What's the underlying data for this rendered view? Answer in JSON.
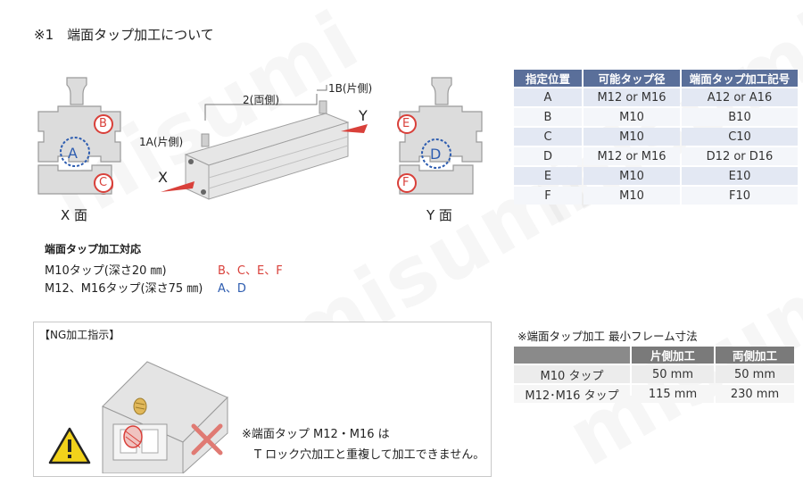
{
  "title": "※1　端面タップ加工について",
  "watermark": "misumi",
  "faces": {
    "x_label": "X 面",
    "y_label": "Y 面",
    "x_positions": [
      "A",
      "B",
      "C"
    ],
    "y_positions": [
      "D",
      "E",
      "F"
    ]
  },
  "iso": {
    "label_2": "2(両側)",
    "label_1a": "1A(片側)",
    "label_1b": "1B(片側)",
    "axis_x": "X",
    "axis_y": "Y"
  },
  "spec_table": {
    "headers": [
      "指定位置",
      "可能タップ径",
      "端面タップ加工記号"
    ],
    "rows": [
      [
        "A",
        "M12 or M16",
        "A12 or A16"
      ],
      [
        "B",
        "M10",
        "B10"
      ],
      [
        "C",
        "M10",
        "C10"
      ],
      [
        "D",
        "M12 or M16",
        "D12 or D16"
      ],
      [
        "E",
        "M10",
        "E10"
      ],
      [
        "F",
        "M10",
        "F10"
      ]
    ]
  },
  "support": {
    "title": "端面タップ加工対応",
    "rows": [
      {
        "label": "M10タップ(深さ20 ㎜)",
        "value": "B、C、E、F"
      },
      {
        "label": "M12、M16タップ(深さ75 ㎜)",
        "value": "A、D"
      }
    ]
  },
  "ng": {
    "title": "【NG加工指示】",
    "note_line1": "※端面タップ M12・M16 は",
    "note_line2": "T ロック穴加工と重複して加工できません。"
  },
  "min_frame": {
    "title": "※端面タップ加工 最小フレーム寸法",
    "headers": [
      "",
      "片側加工",
      "両側加工"
    ],
    "rows": [
      [
        "M10 タップ",
        "50 mm",
        "50 mm"
      ],
      [
        "M12･M16 タップ",
        "115 mm",
        "230 mm"
      ]
    ]
  },
  "colors": {
    "red": "#d9403a",
    "blue": "#2e5db0",
    "header_blue": "#5a6f9a",
    "header_gray": "#7a7a7a",
    "profile_fill": "#dcdcdc",
    "profile_stroke": "#9a9a9a"
  }
}
